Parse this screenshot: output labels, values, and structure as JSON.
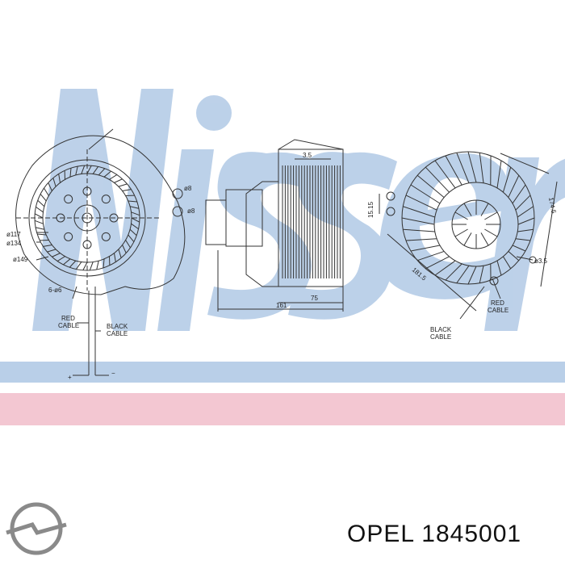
{
  "watermark": {
    "brand": "Nissens",
    "blue": "#b9cfe8",
    "pink": "#f3c7d2"
  },
  "left_view": {
    "d117": "ø117",
    "d134": "ø134",
    "d149": "ø149",
    "d8a": "ø8",
    "d8b": "ø8",
    "d6": "6-ø6",
    "red_cable": [
      "RED",
      "CABLE"
    ],
    "black_cable": [
      "BLACK",
      "CABLE"
    ],
    "plus": "+",
    "minus": "−"
  },
  "side_view": {
    "d35": "3.5",
    "d75": "75",
    "d161": "161"
  },
  "right_view": {
    "d1515": "15.15",
    "d1745": "174.5",
    "d1815": "181.5",
    "d35b": "ø3.5",
    "red_cable": [
      "RED",
      "CABLE"
    ],
    "black_cable": [
      "BLACK",
      "CABLE"
    ]
  },
  "caption": {
    "brand": "OPEL",
    "part_number": "1845001"
  },
  "logo_color": "#8a8a8a"
}
